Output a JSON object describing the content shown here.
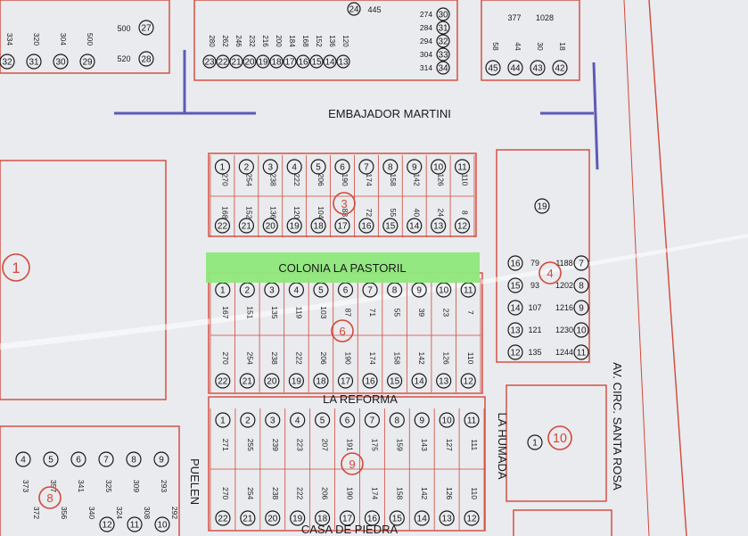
{
  "streets": {
    "embajador": "EMBAJADOR MARTINI",
    "colonia": "COLONIA LA PASTORIL",
    "reforma": "LA REFORMA",
    "humada": "LA HUMADA",
    "santa_rosa": "AV. CIRC. SANTA ROSA",
    "pueblen": "PUELEN",
    "piedra": "CASA DE PIEDRA"
  },
  "colors": {
    "paper": "#e9ebee",
    "lot_line": "#d2483a",
    "number_circle": "#1a1a1a",
    "block_number": "#d2483a",
    "highlight": "#8fe87a",
    "axis": "#5d5bb5"
  },
  "block_labels": {
    "b1": "1",
    "b3": "3",
    "b4": "4",
    "b6": "6",
    "b8": "8",
    "b9": "9",
    "b10": "10",
    "b19": "19"
  },
  "block3": {
    "top_lots": [
      "1",
      "2",
      "3",
      "4",
      "5",
      "6",
      "7",
      "8",
      "9",
      "10",
      "11"
    ],
    "top_nums": [
      "270",
      "254",
      "238",
      "222",
      "206",
      "190",
      "174",
      "158",
      "142",
      "126",
      "110"
    ],
    "bottom_nums": [
      "168",
      "152",
      "136",
      "120",
      "104",
      "88",
      "72",
      "55",
      "40",
      "24",
      "8"
    ],
    "bottom_lots": [
      "22",
      "21",
      "20",
      "19",
      "18",
      "17",
      "16",
      "15",
      "14",
      "13",
      "12"
    ]
  },
  "block6": {
    "top_lots": [
      "1",
      "2",
      "3",
      "4",
      "5",
      "6",
      "7",
      "8",
      "9",
      "10",
      "11"
    ],
    "top_nums": [
      "167",
      "151",
      "135",
      "119",
      "103",
      "87",
      "71",
      "55",
      "39",
      "23",
      "7"
    ],
    "bottom_nums": [
      "270",
      "254",
      "238",
      "222",
      "206",
      "190",
      "174",
      "158",
      "142",
      "126",
      "110"
    ],
    "bottom_lots": [
      "22",
      "21",
      "20",
      "19",
      "18",
      "17",
      "16",
      "15",
      "14",
      "13",
      "12"
    ]
  },
  "block9": {
    "top_lots": [
      "1",
      "2",
      "3",
      "4",
      "5",
      "6",
      "7",
      "8",
      "9",
      "10",
      "11"
    ],
    "top_nums": [
      "271",
      "255",
      "239",
      "223",
      "207",
      "191",
      "175",
      "159",
      "143",
      "127",
      "111"
    ],
    "bottom_nums": [
      "270",
      "254",
      "238",
      "222",
      "206",
      "190",
      "174",
      "158",
      "142",
      "126",
      "110"
    ],
    "bottom_lots": [
      "22",
      "21",
      "20",
      "19",
      "18",
      "17",
      "16",
      "15",
      "14",
      "13",
      "12"
    ]
  },
  "block4": {
    "left_lots": [
      "16",
      "15",
      "14",
      "13",
      "12"
    ],
    "left_nums": [
      "79",
      "93",
      "107",
      "121",
      "135"
    ],
    "right_nums": [
      "1188",
      "1202",
      "1216",
      "1230",
      "1244"
    ],
    "right_lots": [
      "7",
      "8",
      "9",
      "10",
      "11"
    ]
  },
  "block8": {
    "top_lots": [
      "4",
      "5",
      "6",
      "7",
      "8",
      "9"
    ],
    "nums": [
      "373",
      "357",
      "341",
      "325",
      "309",
      "293"
    ],
    "bottom_nums": [
      "372",
      "356",
      "340",
      "324",
      "308",
      "292"
    ],
    "bottom_lots": [
      "12",
      "11",
      "10"
    ]
  },
  "top_center": {
    "lots": [
      "23",
      "22",
      "21",
      "20",
      "19",
      "18",
      "17",
      "16",
      "15",
      "14",
      "13"
    ],
    "nums": [
      "280",
      "262",
      "246",
      "232",
      "216",
      "200",
      "184",
      "168",
      "152",
      "136",
      "120"
    ],
    "bad_num": "445",
    "lot_24": "24",
    "right_nums": [
      "274",
      "284",
      "294",
      "304",
      "314"
    ],
    "right_lots": [
      "30",
      "31",
      "32",
      "33",
      "34"
    ]
  },
  "top_left": {
    "lots": [
      "32",
      "31",
      "30",
      "29"
    ],
    "nums": [
      "334",
      "320",
      "304",
      "500",
      "520"
    ],
    "right_lots": [
      "27",
      "28"
    ]
  },
  "top_right": {
    "nums": [
      "377",
      "1028",
      "58",
      "44",
      "30",
      "18"
    ],
    "lots": [
      "45",
      "44",
      "43",
      "42"
    ]
  }
}
